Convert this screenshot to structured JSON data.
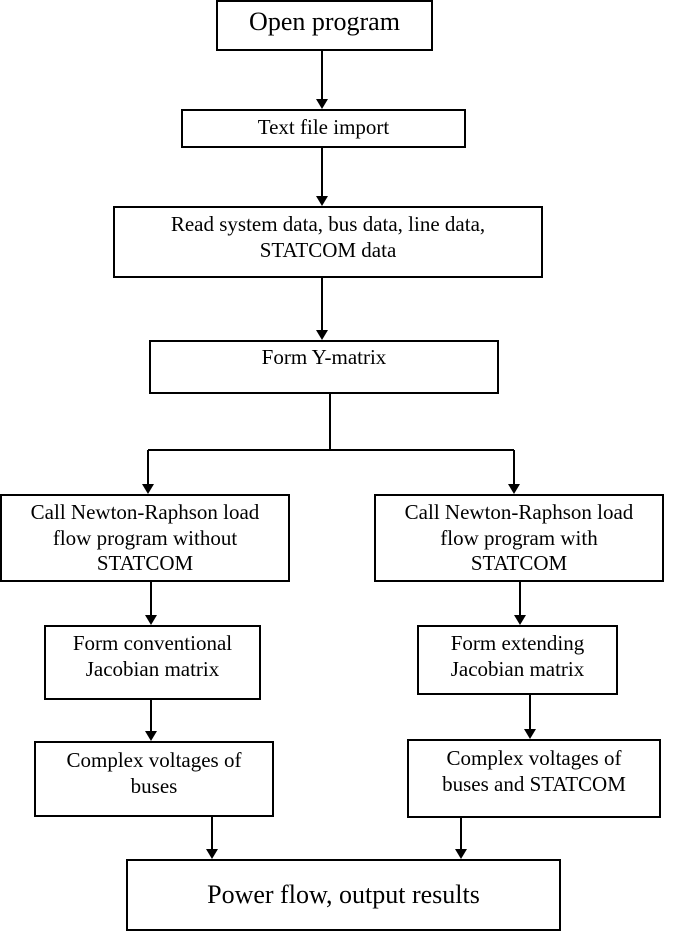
{
  "flowchart": {
    "open_program": "Open program",
    "text_file_import": "Text file import",
    "read_data": [
      "Read system data, bus data, line data,",
      "STATCOM data"
    ],
    "form_y_matrix": "Form Y-matrix",
    "nr_without": [
      "Call Newton-Raphson load",
      "flow program without",
      "STATCOM"
    ],
    "nr_with": [
      "Call Newton-Raphson load",
      "flow program with",
      "STATCOM"
    ],
    "conventional_jacobian": [
      "Form conventional",
      "Jacobian matrix"
    ],
    "extending_jacobian": [
      "Form extending",
      "Jacobian matrix"
    ],
    "voltages_buses": [
      "Complex voltages of",
      "buses"
    ],
    "voltages_buses_statcom": [
      "Complex voltages of",
      "buses and STATCOM"
    ],
    "power_flow": "Power flow, output results"
  }
}
